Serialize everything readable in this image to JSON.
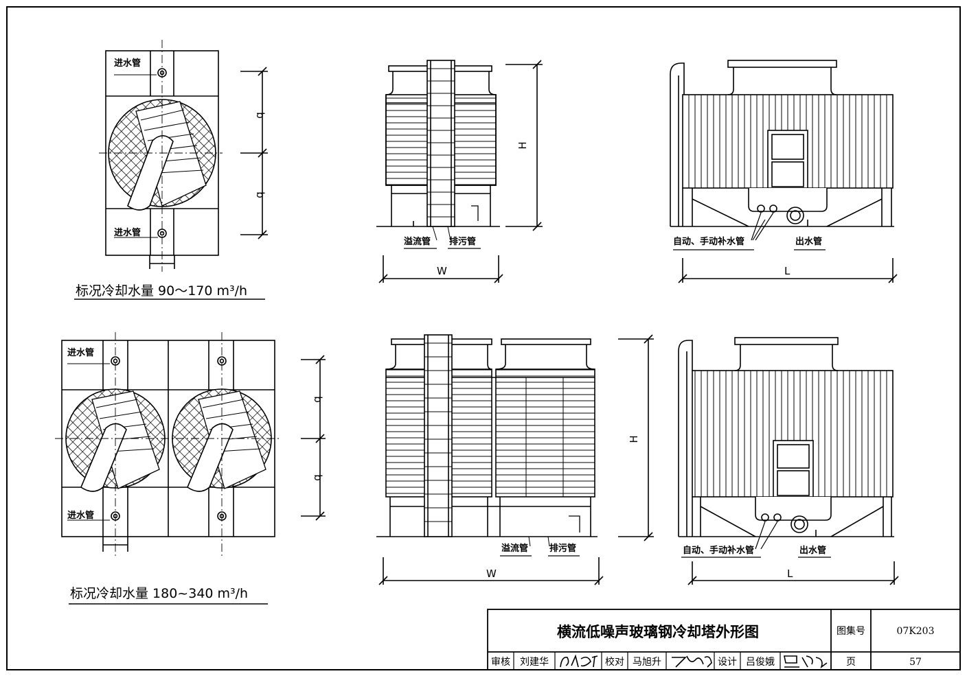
{
  "labels": {
    "inlet": "进水管",
    "overflow": "溢流管",
    "drain": "排污管",
    "makeup": "自动、手动补水管",
    "outlet": "出水管"
  },
  "dims": {
    "b": "b",
    "H": "H",
    "W": "W",
    "L": "L"
  },
  "captions": {
    "single": "标况冷却水量 90～170 m³/h",
    "double": "标况冷却水量 180~340 m³/h"
  },
  "title_block": {
    "title": "横流低噪声玻璃钢冷却塔外形图",
    "atlas_label": "图集号",
    "atlas_no": "07K203",
    "review_label": "审核",
    "reviewer": "刘建华",
    "check_label": "校对",
    "checker": "马旭升",
    "design_label": "设计",
    "designer": "吕俊娥",
    "page_label": "页",
    "page_no": "57"
  }
}
